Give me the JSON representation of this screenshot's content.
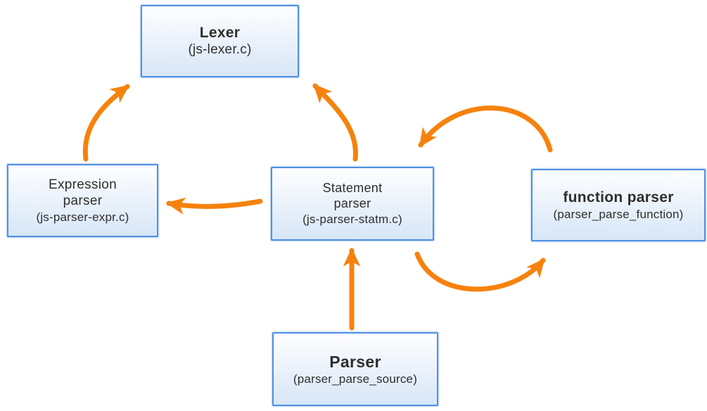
{
  "diagram": {
    "nodes": {
      "lexer": {
        "title": "Lexer",
        "subtitle": "(js-lexer.c)"
      },
      "expression_parser": {
        "title": "Expression parser",
        "subtitle": "(js-parser-expr.c)"
      },
      "statement_parser": {
        "title": "Statement parser",
        "subtitle": "(js-parser-statm.c)"
      },
      "function_parser": {
        "title": "function parser",
        "subtitle": "(parser_parse_function)"
      },
      "parser": {
        "title": "Parser",
        "subtitle": "(parser_parse_source)"
      }
    },
    "edges": [
      {
        "id": "expression-to-lexer",
        "from": "expression_parser",
        "to": "lexer"
      },
      {
        "id": "statement-to-lexer",
        "from": "statement_parser",
        "to": "lexer"
      },
      {
        "id": "statement-to-expression",
        "from": "statement_parser",
        "to": "expression_parser"
      },
      {
        "id": "function-to-statement",
        "from": "function_parser",
        "to": "statement_parser"
      },
      {
        "id": "statement-to-function",
        "from": "statement_parser",
        "to": "function_parser"
      },
      {
        "id": "parser-to-statement",
        "from": "parser",
        "to": "statement_parser"
      }
    ],
    "colors": {
      "arrow": "#F6820D",
      "box_border": "#4E90E2",
      "box_fill_top": "#FEFEFF",
      "box_fill_bottom": "#D7E6F7",
      "text": "#2E2E2E",
      "canvas_bg": "#FFFFFF"
    }
  }
}
